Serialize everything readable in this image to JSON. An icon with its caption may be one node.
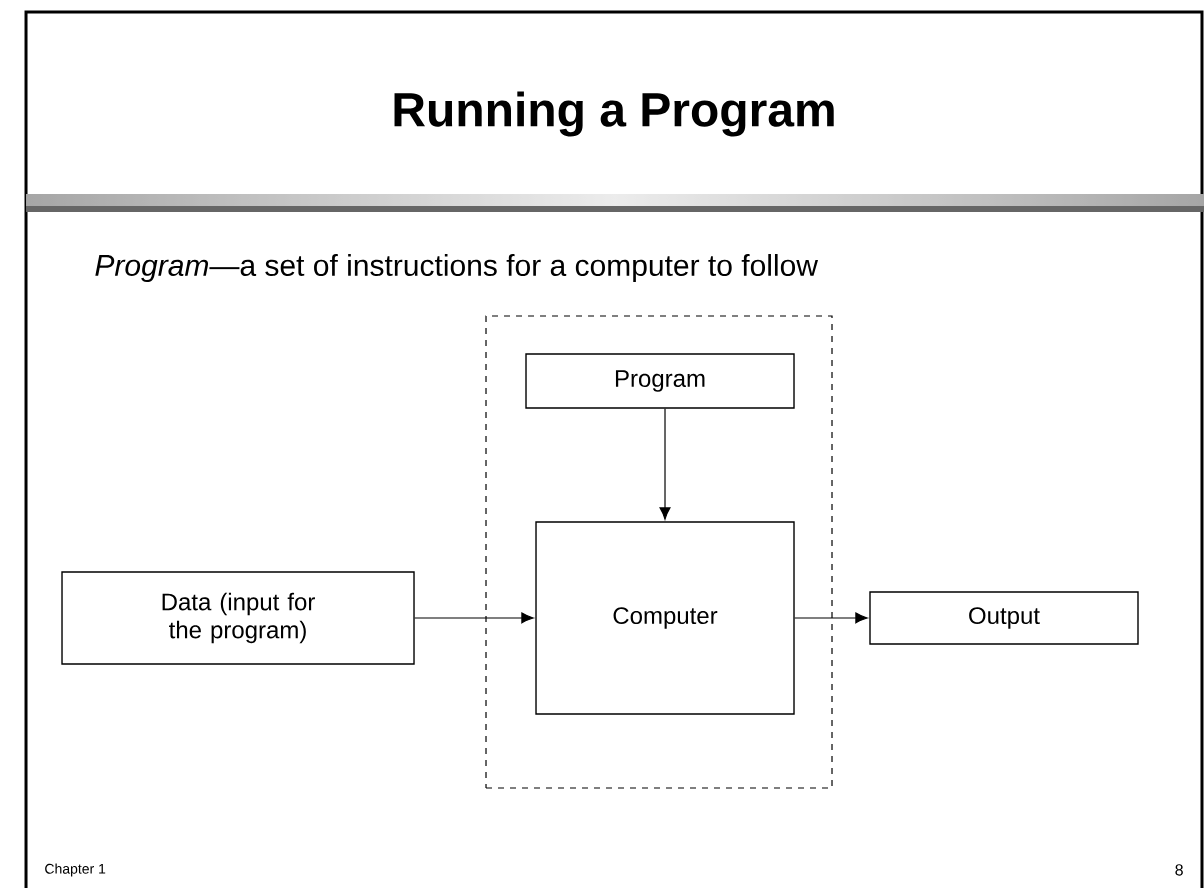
{
  "diagram": {
    "title": "Running a Program",
    "nodes": [
      {
        "text": [],
        "shape": "box"
      },
      {
        "text": [
          "Program"
        ],
        "in": 0
      },
      {
        "text": [
          "Data (input for the program)"
        ]
      },
      {
        "text": [
          "Computer"
        ],
        "in": 0
      },
      {
        "text": [
          "Output"
        ]
      }
    ],
    "edges": [
      {
        "from": 1,
        "to": 3,
        "arrow": "to"
      },
      {
        "from": 2,
        "to": 3,
        "arrow": "to"
      },
      {
        "from": 3,
        "to": 4,
        "arrow": "to"
      }
    ],
    "labels": [
      "*Program*—a set of instructions for a computer to follow",
      "Chapter 1",
      "8"
    ]
  }
}
